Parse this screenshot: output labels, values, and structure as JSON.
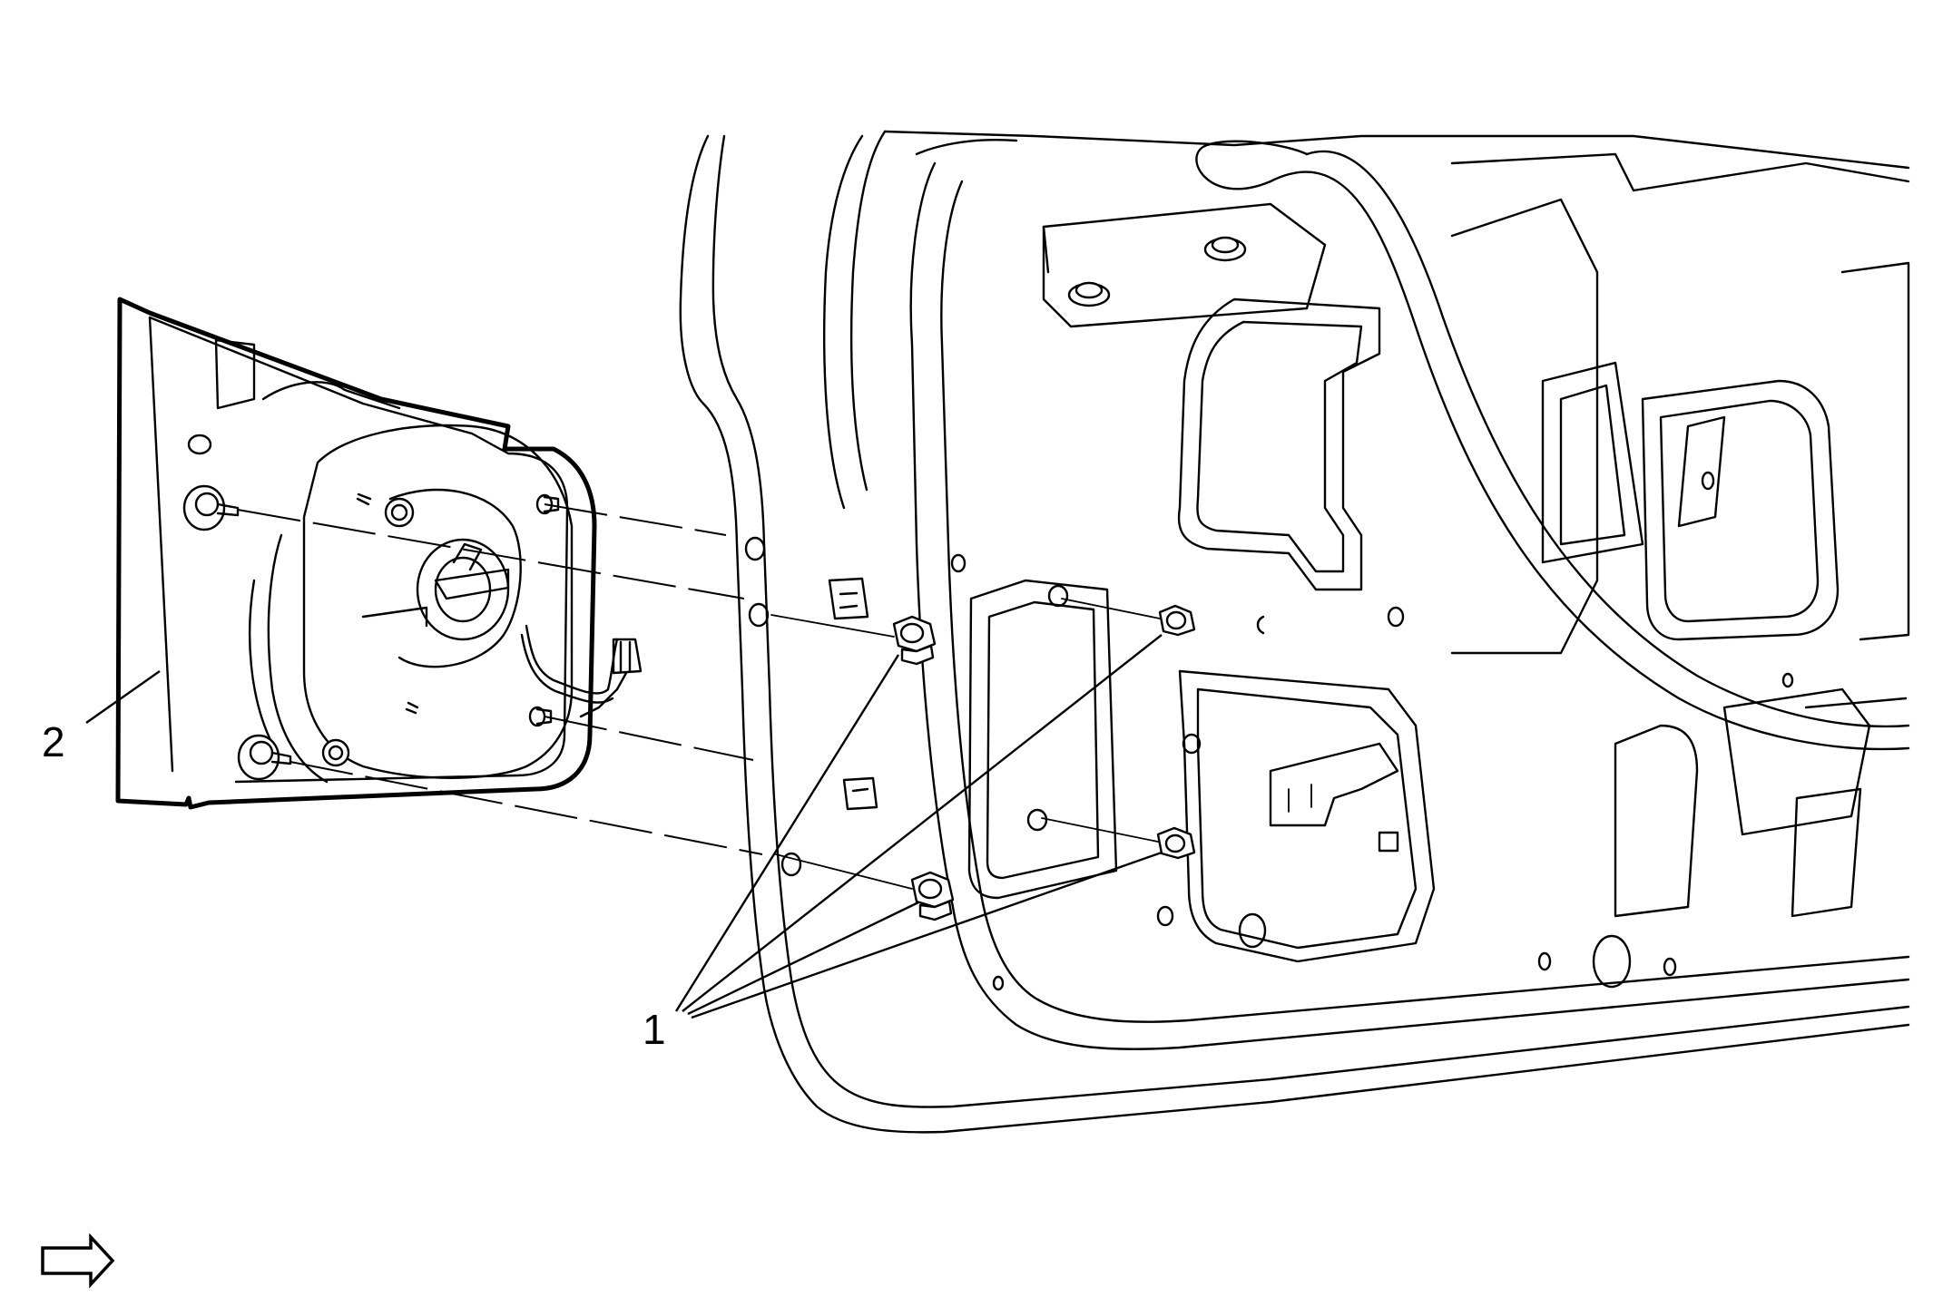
{
  "callouts": [
    {
      "label": "1",
      "part": "fasteners"
    },
    {
      "label": "2",
      "part": "mirror-assembly"
    }
  ],
  "orientation_arrow": "right-arrow-icon",
  "colors": {
    "line": "#000000",
    "background": "#ffffff"
  }
}
